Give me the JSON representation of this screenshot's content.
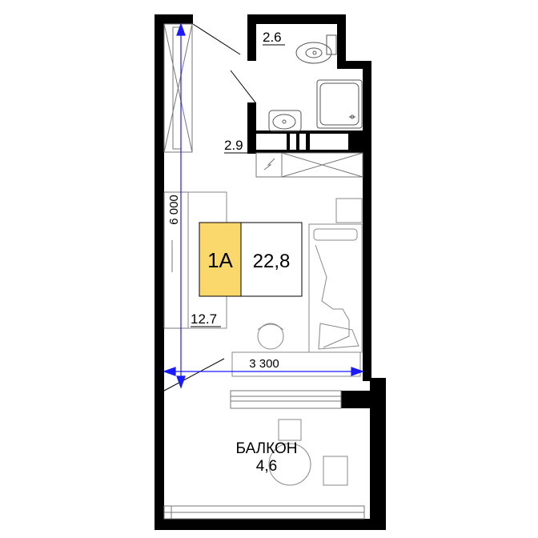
{
  "apartment": {
    "type_label": "1А",
    "total_area": "22,8",
    "badge_color": "#fbd86b"
  },
  "rooms": {
    "wc_area": "2.6",
    "bath_area": "2.9",
    "living_area": "12.7",
    "balcony_name": "БАЛКОН",
    "balcony_area": "4,6"
  },
  "dimensions": {
    "height": "6 000",
    "width": "3 300",
    "dimension_color": "#1a1aff"
  },
  "icons": [
    "toilet-icon",
    "sink-icon",
    "shower-tray-icon",
    "bed-icon",
    "chair-icon",
    "table-icon"
  ]
}
